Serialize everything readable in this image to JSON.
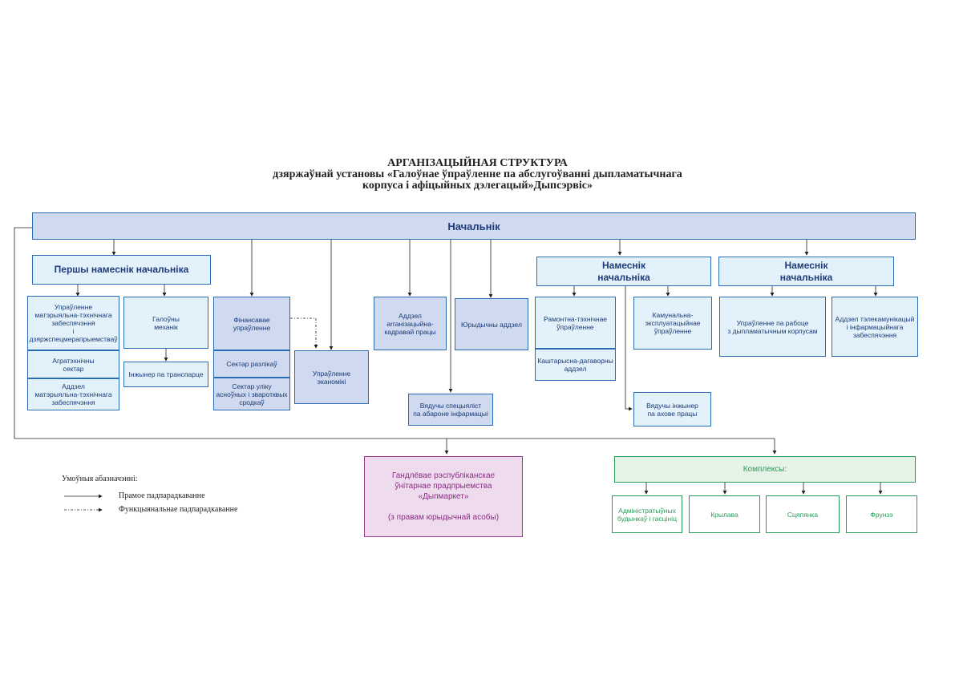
{
  "title": {
    "line1": "АРГАНІЗАЦЫЙНАЯ СТРУКТУРА",
    "line2": "дзяржаўнай установы «Галоўнае ўпраўленне па абслугоўванні дыпламатычнага",
    "line3": "корпуса і афіцыйных дэлегацый»Дыпсэрвіс»"
  },
  "head": "Начальнік",
  "deputies": {
    "first": "Першы намеснік начальніка",
    "second": "Намеснік\nначальніка",
    "third": "Намеснік\nначальніка"
  },
  "units": {
    "mtz": "Упраўленне\nматэрыяльна-тэхнічнага\nзабеспячэння\nі дзяржспецмерапрыемстваў",
    "agrotech": "Агратэхнічны\nсектар",
    "mtz_dept": "Аддзел\nматэрыяльна-тэхнічнага\nзабеспячэння",
    "chief_mech": "Галоўны\nмеханік",
    "transport_eng": "Інжынер па транспарце",
    "finance": "Фінансавае\nупраўленне",
    "settlement": "Сектар разлікаў",
    "fixed_assets": "Сектар уліку\nасноўных і зваротквых\nсродкаў",
    "economics": "Упраўленне\nэканомікі",
    "org_hr": "Аддзел\narганізацыйна-\nкадравай працы",
    "legal": "Юрыдычны аддзел",
    "infosec": "Вядучы спецыяліст\nпа абароне інфармацыі",
    "repair": "Рамонтна-тэхнічнае\nўпраўленне",
    "cost_contract": "Каштарысна-дагаворны\nаддзел",
    "communal": "Камунальна-\nэксплуатацыйнае\nўпраўленне",
    "labor_safety": "Вядучы інжынер\nпа ахове працы",
    "dip_corps": "Упраўленне па рабоце\nз дыпламатычным корпусам",
    "telecom": "Аддзел тэлекамунікацый\nі інфармацыйнага\nзабеспячэння"
  },
  "enterprise": {
    "line1": "Гандлёвае рэспубліканскае",
    "line2": "ўнітарнае прадпрыемства",
    "line3": "«Дыпмаркет»",
    "line4": "(з правам юрыдычнай асобы)"
  },
  "complexes": {
    "header": "Комплексы:",
    "items": [
      "Адміністратыўных\nбудынкаў і гасцініц",
      "Крылава",
      "Сцяпянка",
      "Фрунзэ"
    ]
  },
  "legend": {
    "title": "Умоўныя абазначэнні:",
    "direct": "Прамое падпарадкаванне",
    "functional": "Функцыянальнае падпарадкаванне"
  },
  "colors": {
    "blue_border": "#2a6db5",
    "light_fill": "#e3f1fa",
    "mid_fill": "#cfd9ef",
    "enterprise_fill": "#eedcee",
    "enterprise_border": "#9b3b8f",
    "complex_green": "#2c9a5b"
  }
}
